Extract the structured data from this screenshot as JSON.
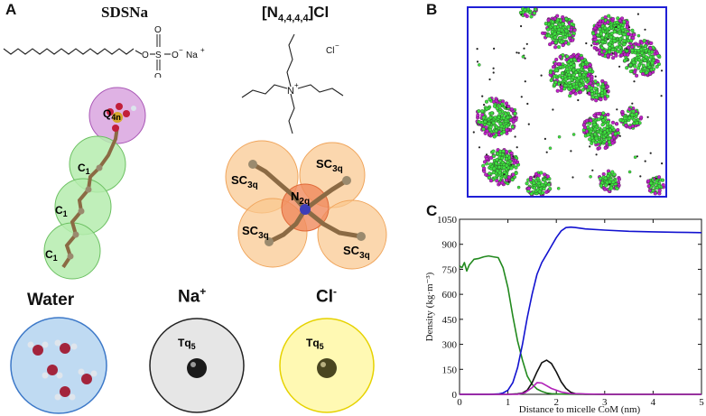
{
  "panels": {
    "a": "A",
    "b": "B",
    "c": "C"
  },
  "sds": {
    "name": "SDSNa",
    "counterion": "Na",
    "counterion_charge": "+",
    "headgroup_label": "O",
    "headgroup_charge": "−",
    "bead_head": {
      "main": "Q",
      "sub": "4n"
    },
    "bead_tail": {
      "main": "C",
      "sub": "1"
    }
  },
  "ammonium": {
    "name_prefix": "[N",
    "name_sub": "4,4,4,4",
    "name_suffix": "]Cl",
    "chloride": "Cl",
    "chloride_charge": "−",
    "nitrogen": "N",
    "nitrogen_charge": "+",
    "bead_center": {
      "main": "N",
      "sub": "2q"
    },
    "bead_arm": {
      "main": "SC",
      "sub": "3q"
    }
  },
  "species": {
    "water": "Water",
    "na_main": "Na",
    "na_sup": "+",
    "cl_main": "Cl",
    "cl_sup": "-",
    "tq": {
      "main": "Tq",
      "sub": "5"
    }
  },
  "colors": {
    "tail_bead": "#b5ecae",
    "head_bead": "#d9a4df",
    "arm_bead": "#f9c88f",
    "center_bead": "#f08a5c",
    "water_bead": "#bfdaf2",
    "na_bead": "#e6e6e6",
    "cl_bead": "#fff9b3",
    "sim_box": "#1f1fd6",
    "sds_tail_green": "#3ee13e",
    "sds_head_magenta": "#c020c8"
  },
  "chart_data": {
    "type": "line",
    "xlabel": "Distance to micelle CoM (nm)",
    "ylabel": "Density (kg·m⁻³)",
    "xlim": [
      0,
      5
    ],
    "ylim": [
      0,
      1050
    ],
    "xticks": [
      "0",
      "1",
      "2",
      "3",
      "4",
      "5"
    ],
    "yticks": [
      "0",
      "150",
      "300",
      "450",
      "600",
      "750",
      "900",
      "1050"
    ],
    "series": [
      {
        "color": "#22891e",
        "x": [
          0,
          0.05,
          0.1,
          0.15,
          0.2,
          0.3,
          0.4,
          0.5,
          0.6,
          0.7,
          0.8,
          0.9,
          1.0,
          1.1,
          1.2,
          1.3,
          1.4,
          1.5,
          1.6,
          1.7,
          1.8,
          1.9,
          2.0,
          2.2,
          2.5,
          3,
          4,
          5
        ],
        "y": [
          770,
          760,
          790,
          740,
          775,
          810,
          815,
          825,
          830,
          825,
          820,
          760,
          640,
          470,
          320,
          205,
          110,
          60,
          32,
          18,
          8,
          4,
          2,
          1,
          0,
          0,
          0,
          0
        ]
      },
      {
        "color": "#1212d0",
        "x": [
          0,
          0.6,
          0.8,
          0.9,
          1.0,
          1.1,
          1.2,
          1.3,
          1.4,
          1.5,
          1.6,
          1.7,
          1.8,
          1.9,
          2.0,
          2.1,
          2.2,
          2.3,
          2.4,
          2.6,
          3,
          3.5,
          4,
          4.5,
          5
        ],
        "y": [
          0,
          0,
          2,
          8,
          25,
          70,
          160,
          300,
          460,
          600,
          720,
          790,
          840,
          890,
          940,
          980,
          1000,
          1003,
          1000,
          992,
          985,
          978,
          975,
          972,
          970
        ]
      },
      {
        "color": "#111111",
        "x": [
          0,
          1.0,
          1.2,
          1.3,
          1.4,
          1.5,
          1.6,
          1.7,
          1.8,
          1.9,
          2.0,
          2.1,
          2.2,
          2.3,
          2.4,
          2.6,
          3,
          5
        ],
        "y": [
          0,
          0,
          3,
          8,
          25,
          70,
          135,
          190,
          205,
          185,
          135,
          75,
          35,
          12,
          4,
          1,
          0,
          0
        ]
      },
      {
        "color": "#b020b8",
        "x": [
          0,
          1.2,
          1.35,
          1.5,
          1.6,
          1.7,
          1.8,
          1.9,
          2.0,
          2.1,
          2.3,
          3,
          5
        ],
        "y": [
          0,
          0,
          10,
          40,
          70,
          68,
          52,
          35,
          25,
          14,
          4,
          0,
          0
        ]
      }
    ]
  }
}
